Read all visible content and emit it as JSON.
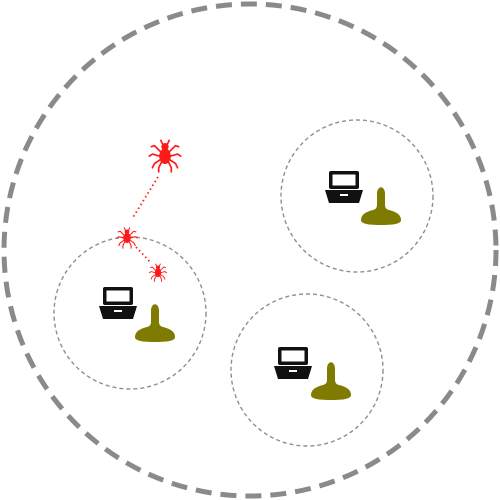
{
  "colors": {
    "outer_boundary": "#8a8a8a",
    "zone_boundary": "#8f8f8f",
    "computer": "#111111",
    "person": "#7f7a00",
    "threat": "#ff1a1a"
  },
  "icons": {
    "computer": "laptop-icon",
    "person": "person-icon",
    "threat": "spider-bug-icon"
  },
  "zones": [
    {
      "name": "left-zone"
    },
    {
      "name": "top-right-zone"
    },
    {
      "name": "bottom-right-zone"
    }
  ],
  "threats": [
    {
      "size": "large"
    },
    {
      "size": "medium"
    },
    {
      "size": "small"
    }
  ]
}
